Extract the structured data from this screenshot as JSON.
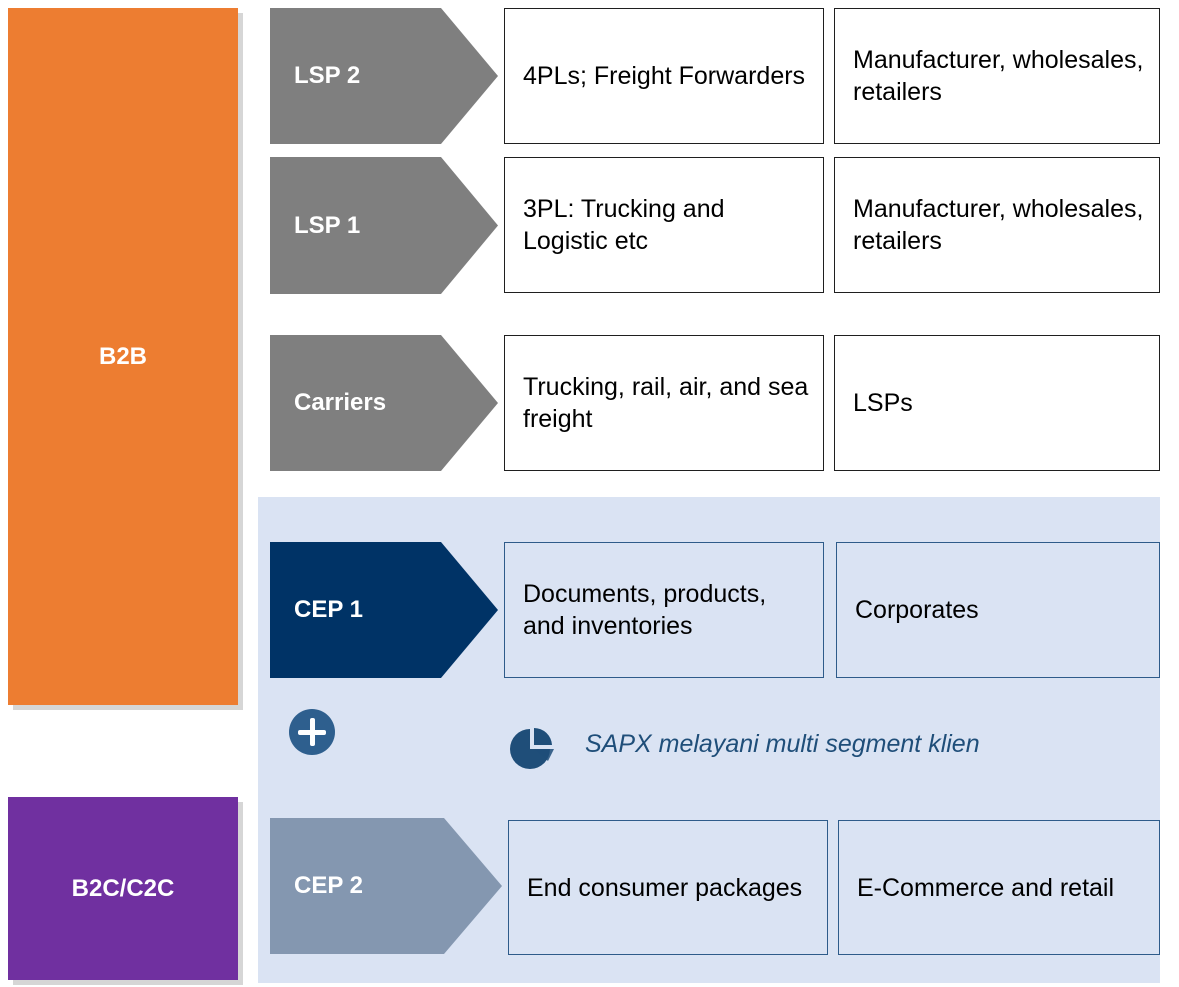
{
  "segments": {
    "b2b": "B2B",
    "b2c": "B2C/C2C"
  },
  "rows": [
    {
      "label": "LSP 2",
      "service": "4PLs; Freight Forwarders",
      "customers": "Manufacturer, wholesales, retailers"
    },
    {
      "label": "LSP 1",
      "service": "3PL: Trucking and Logistic etc",
      "customers": "Manufacturer, wholesales, retailers"
    },
    {
      "label": "Carriers",
      "service": "Trucking, rail, air, and sea freight",
      "customers": "LSPs"
    },
    {
      "label": "CEP 1",
      "service": "Documents, products, and inventories",
      "customers": "Corporates"
    },
    {
      "label": "CEP 2",
      "service": "End consumer packages",
      "customers": "E-Commerce and retail"
    }
  ],
  "note": "SAPX melayani multi segment klien",
  "icons": {
    "add": "plus-circle-icon",
    "note": "pie-chart-icon"
  },
  "colors": {
    "b2b": "#ed7d31",
    "b2c": "#7030a0",
    "lsp": "#7f7f7f",
    "cep1": "#003366",
    "cep2": "#8497b0",
    "cep_panel": "#dae3f3",
    "accent": "#1f4e79"
  }
}
